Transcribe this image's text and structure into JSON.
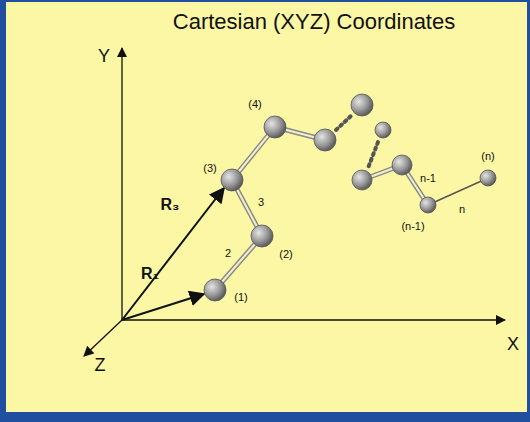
{
  "diagram": {
    "title": "Cartesian (XYZ) Coordinates",
    "labels": [
      "Y",
      "X",
      "Z",
      "R₃",
      "R₁",
      "(1)",
      "(2)",
      "(3)",
      "(4)",
      "(n-1)",
      "(n)",
      "2",
      "3",
      "n-1",
      "n"
    ]
  }
}
